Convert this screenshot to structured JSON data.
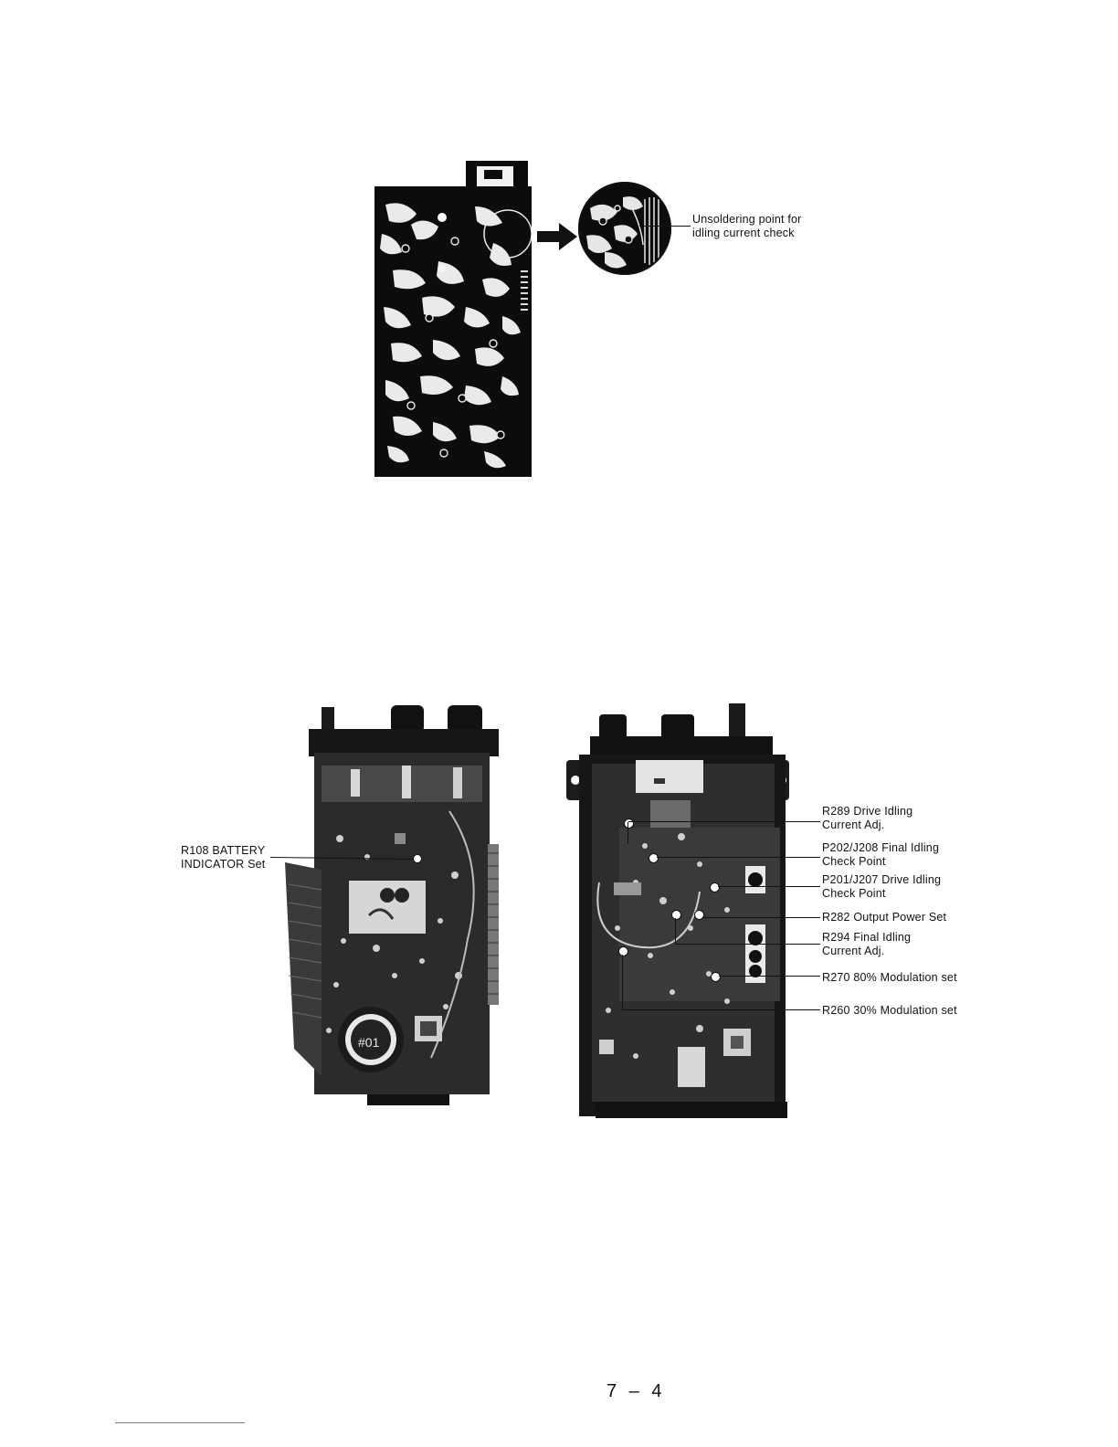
{
  "figure_top": {
    "callout": {
      "line1": "Unsoldering point for",
      "line2": "idling current check"
    }
  },
  "figure_left": {
    "callout": {
      "line1": "R108 BATTERY",
      "line2": "INDICATOR Set"
    },
    "speaker_text": "#01"
  },
  "figure_right": {
    "callouts": [
      {
        "line1": "R289 Drive Idling",
        "line2": "Current Adj."
      },
      {
        "line1": "P202/J208 Final Idling",
        "line2": "Check Point"
      },
      {
        "line1": "P201/J207 Drive Idling",
        "line2": "Check Point"
      },
      {
        "line1": "R282 Output Power Set",
        "line2": ""
      },
      {
        "line1": "R294 Final Idling",
        "line2": "Current Adj."
      },
      {
        "line1": "R270 80% Modulation set",
        "line2": ""
      },
      {
        "line1": "R260 30% Modulation set",
        "line2": ""
      }
    ]
  },
  "footer": {
    "page_number": "7 – 4"
  }
}
